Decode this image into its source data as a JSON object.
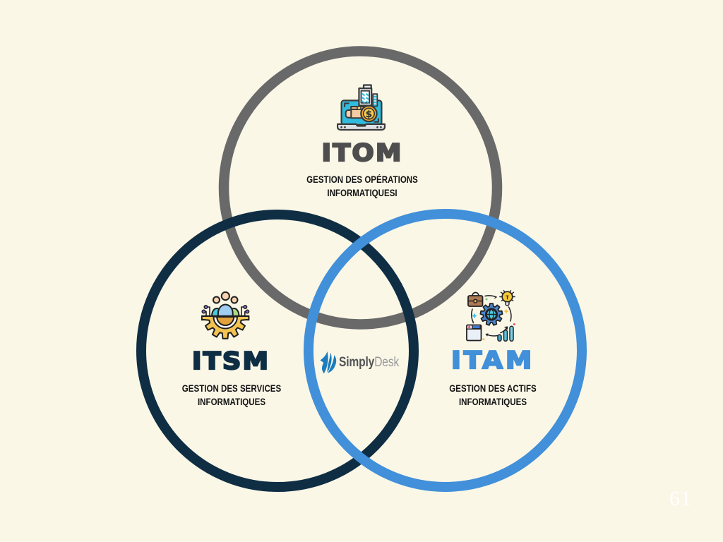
{
  "page": {
    "background_color": "#FBF7E7",
    "page_number": "61"
  },
  "venn": {
    "itom": {
      "title": "ITOM",
      "subtitle_line1": "GESTION DES OPÉRATIONS",
      "subtitle_line2": "INFORMATIQUESI",
      "coin_symbol": "$",
      "circle_color": "#696969",
      "title_color": "#4E4E4E",
      "icon": "laptop-buildings-dollar-icon"
    },
    "itsm": {
      "title": "ITSM",
      "subtitle_line1": "GESTION DES SERVICES",
      "subtitle_line2": "INFORMATIQUES",
      "circle_color": "#0F2E44",
      "title_color": "#0F2E44",
      "icon": "gear-team-icon"
    },
    "itam": {
      "title": "ITAM",
      "subtitle_line1": "GESTION DES ACTIFS",
      "subtitle_line2": "INFORMATIQUES",
      "circle_color": "#4190D9",
      "title_color": "#4190D9",
      "icon": "asset-cycle-icon"
    }
  },
  "logo": {
    "brand_bold": "Simply",
    "brand_light": "Desk",
    "icon": "simplydesk-logo-icon",
    "icon_color": "#1B7CBE",
    "bold_color": "#515255",
    "light_color": "#97989B"
  }
}
